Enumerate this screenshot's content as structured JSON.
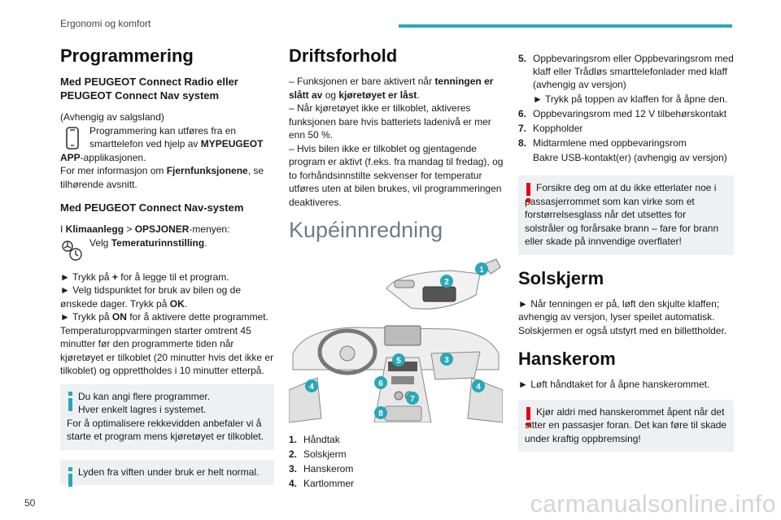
{
  "header": {
    "section": "Ergonomi og komfort",
    "accent_color": "#2aa7b5"
  },
  "page_number": "50",
  "watermark": "carmanualsonline.info",
  "col1": {
    "title": "Programmering",
    "sub1": "Med PEUGEOT Connect Radio eller PEUGEOT Connect Nav system",
    "p1_a": "(Avhengig av salgsland)",
    "p1_b": "Programmering kan utføres fra en smarttelefon ved hjelp av ",
    "p1_b_bold": "MYPEUGEOT APP",
    "p1_b_end": "-applikasjonen.",
    "p2_a": "For mer informasjon om ",
    "p2_bold": "Fjernfunksjonene",
    "p2_end": ", se tilhørende avsnitt.",
    "sub2": "Med PEUGEOT Connect Nav-system",
    "p3_a": "I ",
    "p3_b1": "Klimaanlegg",
    "p3_mid": " > ",
    "p3_b2": "OPSJONER",
    "p3_end": "-menyen:",
    "p4_a": "Velg ",
    "p4_bold": "Temeraturinnstilling",
    "p4_end": ".",
    "s1_a": "► Trykk på ",
    "s1_bold": "+",
    "s1_end": " for å legge til et program.",
    "s2_a": "► Velg tidspunktet for bruk av bilen og de ønskede dager. Trykk på ",
    "s2_bold": "OK",
    "s2_end": ".",
    "s3_a": "► Trykk på ",
    "s3_bold": "ON",
    "s3_end": " for å aktivere dette programmet.",
    "p5": "Temperaturoppvarmingen starter omtrent 45 minutter før den programmerte tiden når kjøretøyet er tilkoblet (20 minutter hvis det ikke er tilkoblet) og opprettholdes i 10 minutter etterpå.",
    "note1_l1": "Du kan angi flere programmer.",
    "note1_l2": "Hver enkelt lagres i systemet.",
    "note1_l3": "For å optimalisere rekkevidden anbefaler vi å starte et program mens kjøretøyet er tilkoblet.",
    "note2": "Lyden fra viften under bruk er helt normal."
  },
  "col2": {
    "title": "Driftsforhold",
    "d1_a": "– Funksjonen er bare aktivert når ",
    "d1_b1": "tenningen er slått av",
    "d1_mid": " og ",
    "d1_b2": "kjøretøyet er låst",
    "d1_end": ".",
    "d2": "– Når kjøretøyet ikke er tilkoblet, aktiveres funksjonen bare hvis batteriets ladenivå er mer enn 50 %.",
    "d3": "– Hvis bilen ikke er tilkoblet og gjentagende program er aktivt (f.eks. fra mandag til fredag), og to forhåndsinnstilte sekvenser for temperatur utføres uten at bilen brukes, vil programmeringen deaktiveres.",
    "big_title": "Kupéinnredning",
    "callouts": [
      "1",
      "2",
      "3",
      "4",
      "5",
      "6",
      "7",
      "8",
      "4"
    ],
    "parts": [
      {
        "n": "1.",
        "t": "Håndtak"
      },
      {
        "n": "2.",
        "t": "Solskjerm"
      },
      {
        "n": "3.",
        "t": "Hanskerom"
      },
      {
        "n": "4.",
        "t": "Kartlommer"
      }
    ]
  },
  "col3": {
    "parts": [
      {
        "n": "5.",
        "t": "Oppbevaringsrom eller Oppbevaringsrom med klaff eller Trådløs smarttelefonlader med klaff (avhengig av versjon)"
      },
      {
        "n": "",
        "t": "► Trykk på toppen av klaffen for å åpne den."
      },
      {
        "n": "6.",
        "t": "Oppbevaringsrom med 12 V tilbehørskontakt"
      },
      {
        "n": "7.",
        "t": "Koppholder"
      },
      {
        "n": "8.",
        "t": "Midtarmlene med oppbevaringsrom"
      },
      {
        "n": "",
        "t": "Bakre USB-kontakt(er) (avhengig av versjon)"
      }
    ],
    "warn1": "Forsikre deg om at du ikke etterlater noe i passasjerrommet som kan virke som et forstørrelsesglass når det utsettes for solstråler og forårsake brann – fare for brann eller skade på innvendige overflater!",
    "title_sol": "Solskjerm",
    "sol_text": "► Når tenningen er på, løft den skjulte klaffen; avhengig av versjon, lyser speilet automatisk. Solskjermen er også utstyrt med en billettholder.",
    "title_hansk": "Hanskerom",
    "hansk_text": "► Løft håndtaket for å åpne hanskerommet.",
    "warn2": "Kjør aldri med hanskerommet åpent når det sitter en passasjer foran. Det kan føre til skade under kraftig oppbremsing!"
  }
}
